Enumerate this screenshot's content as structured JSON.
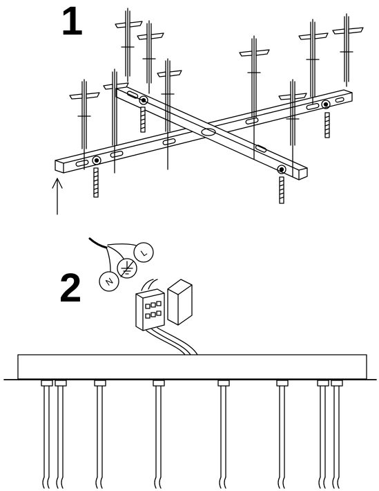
{
  "steps": [
    {
      "number": "1"
    },
    {
      "number": "2"
    }
  ],
  "wires": {
    "neutral": "N",
    "ground": "⏚",
    "live": "L"
  }
}
